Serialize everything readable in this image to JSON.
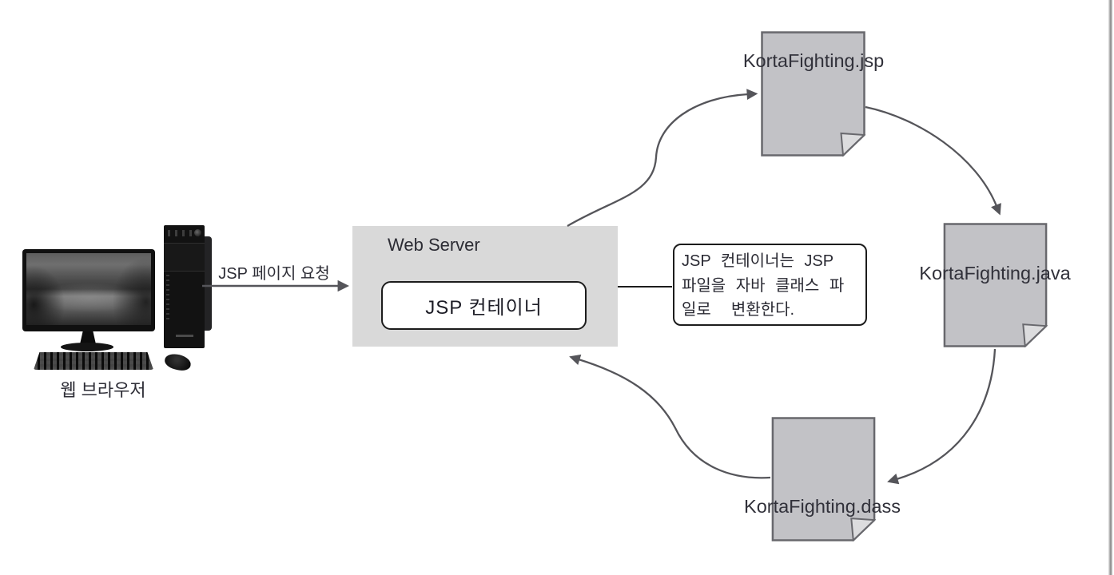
{
  "client": {
    "label": "웹 브라우저"
  },
  "request": {
    "label": "JSP 페이지 요청"
  },
  "server": {
    "title": "Web Server",
    "container": "JSP 컨테이너"
  },
  "callout": {
    "line1": "JSP 컨테이너는 JSP",
    "line2": "파일을 자바 클래스 파",
    "line3": "일로  변환한다."
  },
  "files": {
    "jsp": "KortaFighting.jsp",
    "java": "KortaFighting.java",
    "class": "KortaFighting.dass"
  },
  "colors": {
    "doc_fill": "#c2c2c6",
    "doc_stroke": "#68686d",
    "doc_fold": "#dcdcde",
    "server_fill": "#d9d9d9",
    "arrow": "#55555a",
    "text": "#2d2d36"
  }
}
